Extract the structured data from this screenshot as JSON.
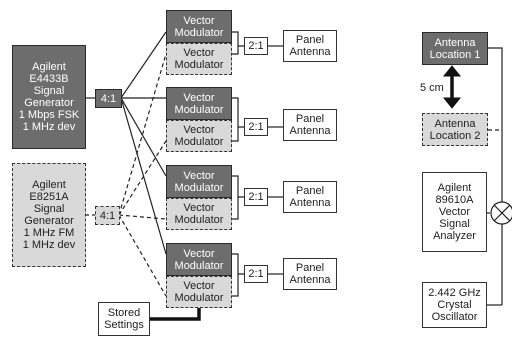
{
  "boxes": {
    "agilent_e4433b": "Agilent\nE4433B\nSignal\nGenerator\n1 Mbps FSK\n1 MHz dev",
    "agilent_e8251a": "Agilent\nE8251A\nSignal\nGenerator\n1 MHz FM\n1 MHz dev",
    "splitter_top": "4:1",
    "splitter_bottom": "4:1",
    "vector_modulator": "Vector\nModulator",
    "splitter_2to1": "2:1",
    "panel_antenna": "Panel\nAntenna",
    "stored_settings": "Stored\nSettings",
    "antenna_location_1": "Antenna\nLocation 1",
    "antenna_location_2": "Antenna\nLocation 2",
    "agilent_89610a": "Agilent\n89610A\nVector\nSignal\nAnalyzer",
    "crystal_oscillator": "2.442 GHz\nCrystal\nOscillator"
  },
  "labels": {
    "distance": "5 cm",
    "mixer_symbol": "⊗"
  }
}
